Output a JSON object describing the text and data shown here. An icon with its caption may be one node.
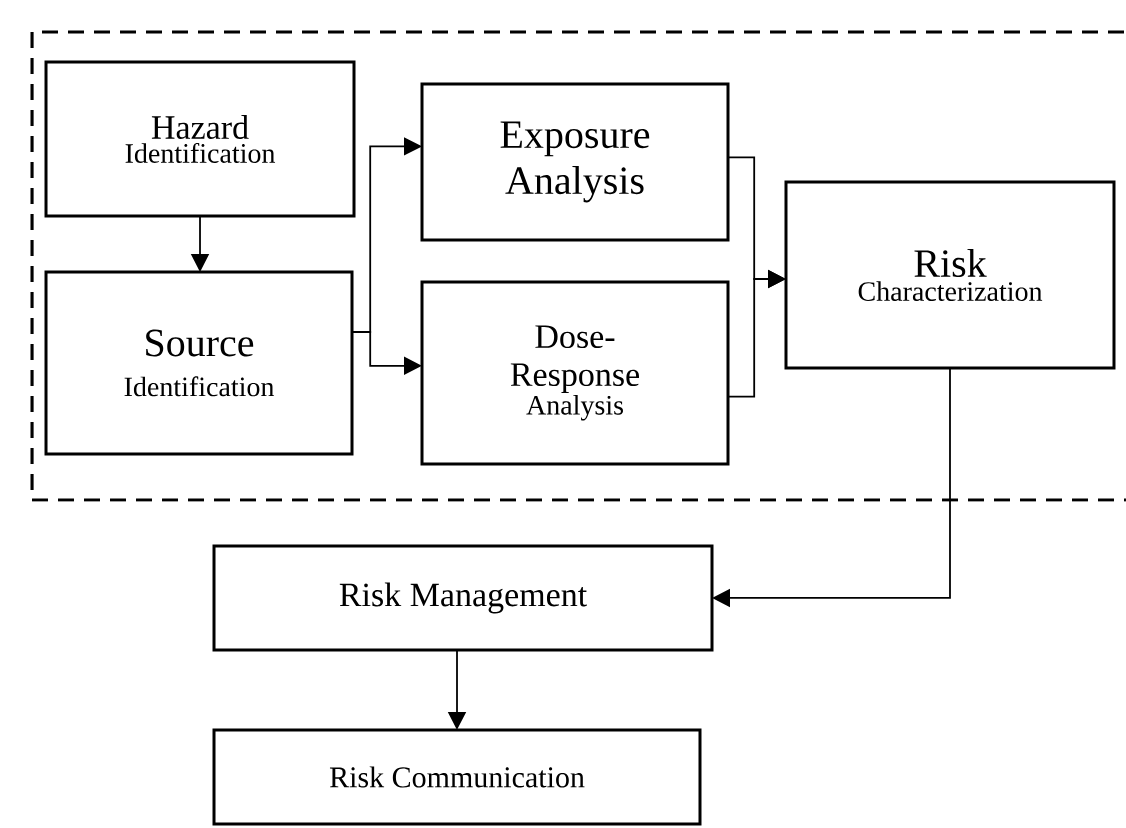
{
  "diagram": {
    "nodes": [
      {
        "text": [
          "Hazard",
          "Identification"
        ]
      },
      {
        "text": [
          "Source",
          "Identification"
        ]
      },
      {
        "text": [
          "Exposure Analysis"
        ]
      },
      {
        "text": [
          "Dose-Response",
          "Analysis"
        ]
      },
      {
        "text": [
          "Risk",
          "Characterization"
        ]
      },
      {
        "text": [
          "Risk Management"
        ]
      },
      {
        "text": [
          "Risk Communication"
        ]
      }
    ],
    "edges": [
      {
        "from": 0,
        "to": 1,
        "arrow": "to"
      },
      {
        "from": 1,
        "to": 2,
        "arrow": "to"
      },
      {
        "from": 1,
        "to": 3,
        "arrow": "to"
      },
      {
        "from": 2,
        "to": 4,
        "arrow": "to"
      },
      {
        "from": 3,
        "to": 4,
        "arrow": "to"
      },
      {
        "from": 4,
        "to": 5,
        "arrow": "to"
      },
      {
        "from": 5,
        "to": 6,
        "arrow": "to"
      }
    ]
  }
}
